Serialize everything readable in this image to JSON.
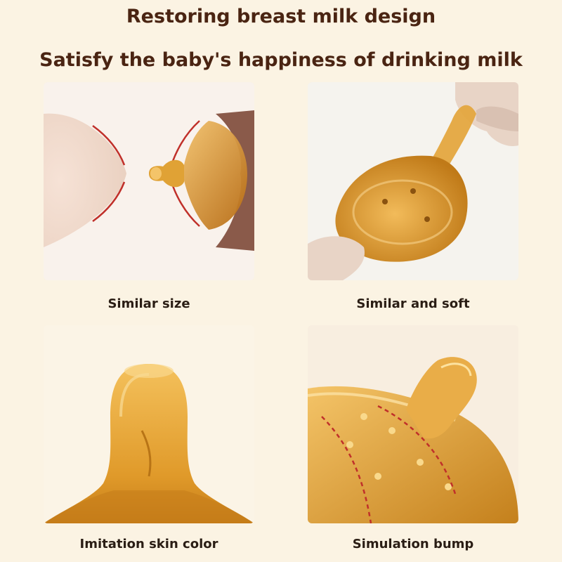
{
  "header": {
    "title": "Restoring breast milk design",
    "subtitle": "Satisfy the baby's happiness of drinking milk"
  },
  "panels": [
    {
      "caption": "Similar size",
      "image": "nipple-size-comparison-photo"
    },
    {
      "caption": "Similar and soft",
      "image": "nipple-stretch-photo"
    },
    {
      "caption": "Imitation skin color",
      "image": "nipple-front-photo"
    },
    {
      "caption": "Simulation bump",
      "image": "nipple-bump-closeup-photo"
    }
  ],
  "colors": {
    "background": "#fbf3e3",
    "title": "#4a2412",
    "silicone": "#e0a235",
    "accent_red": "#c0302a"
  }
}
